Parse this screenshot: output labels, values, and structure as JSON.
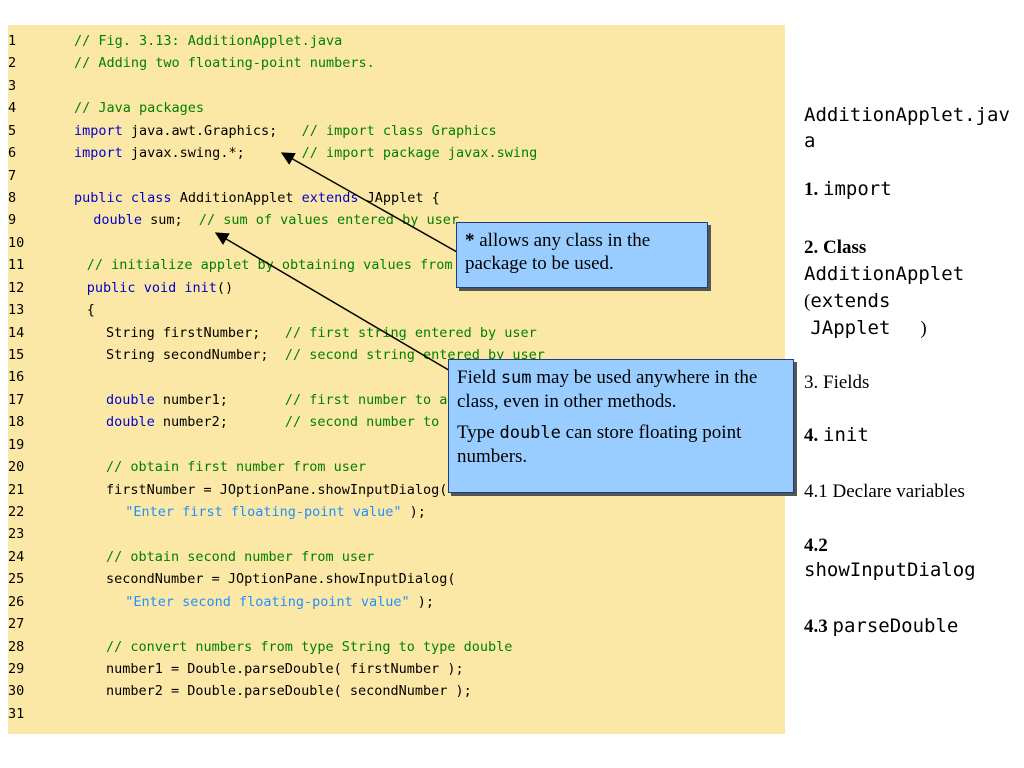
{
  "code_lines": [
    {
      "n": "1",
      "indent": 0,
      "tokens": [
        {
          "t": "// Fig. 3.13: AdditionApplet.java",
          "c": "comment"
        }
      ]
    },
    {
      "n": "2",
      "indent": 0,
      "tokens": [
        {
          "t": "// Adding two floating-point numbers.",
          "c": "comment"
        }
      ]
    },
    {
      "n": "3",
      "indent": 0,
      "tokens": []
    },
    {
      "n": "4",
      "indent": 0,
      "tokens": [
        {
          "t": "// Java packages",
          "c": "comment"
        }
      ]
    },
    {
      "n": "5",
      "indent": 0,
      "tokens": [
        {
          "t": "import",
          "c": "keyword"
        },
        {
          "t": " java.awt.Graphics;   ",
          "c": "plain"
        },
        {
          "t": "// import class Graphics",
          "c": "comment"
        }
      ]
    },
    {
      "n": "6",
      "indent": 0,
      "tokens": [
        {
          "t": "import",
          "c": "keyword"
        },
        {
          "t": " javax.swing.*;       ",
          "c": "plain"
        },
        {
          "t": "// import package javax.swing",
          "c": "comment"
        }
      ]
    },
    {
      "n": "7",
      "indent": 0,
      "tokens": []
    },
    {
      "n": "8",
      "indent": 0,
      "tokens": [
        {
          "t": "public",
          "c": "keyword"
        },
        {
          "t": " ",
          "c": "plain"
        },
        {
          "t": "class",
          "c": "keyword"
        },
        {
          "t": " AdditionApplet ",
          "c": "plain"
        },
        {
          "t": "extends",
          "c": "keyword"
        },
        {
          "t": " JApplet {",
          "c": "plain"
        }
      ]
    },
    {
      "n": "9",
      "indent": 3,
      "tokens": [
        {
          "t": "double",
          "c": "keyword"
        },
        {
          "t": " sum;  ",
          "c": "plain"
        },
        {
          "t": "// sum of values entered by user",
          "c": "comment"
        }
      ]
    },
    {
      "n": "10",
      "indent": 0,
      "tokens": []
    },
    {
      "n": "11",
      "indent": 2,
      "tokens": [
        {
          "t": "// initialize applet by obtaining values from user",
          "c": "comment"
        }
      ]
    },
    {
      "n": "12",
      "indent": 2,
      "tokens": [
        {
          "t": "public",
          "c": "keyword"
        },
        {
          "t": " ",
          "c": "plain"
        },
        {
          "t": "void",
          "c": "keyword"
        },
        {
          "t": " ",
          "c": "plain"
        },
        {
          "t": "init",
          "c": "keyword"
        },
        {
          "t": "()",
          "c": "plain"
        }
      ]
    },
    {
      "n": "13",
      "indent": 2,
      "tokens": [
        {
          "t": "{",
          "c": "plain"
        }
      ]
    },
    {
      "n": "14",
      "indent": 5,
      "tokens": [
        {
          "t": "String firstNumber;   ",
          "c": "plain"
        },
        {
          "t": "// first string entered by user",
          "c": "comment"
        }
      ]
    },
    {
      "n": "15",
      "indent": 5,
      "tokens": [
        {
          "t": "String secondNumber;  ",
          "c": "plain"
        },
        {
          "t": "// second string entered by user",
          "c": "comment"
        }
      ]
    },
    {
      "n": "16",
      "indent": 0,
      "tokens": []
    },
    {
      "n": "17",
      "indent": 5,
      "tokens": [
        {
          "t": "double",
          "c": "keyword"
        },
        {
          "t": " number1;       ",
          "c": "plain"
        },
        {
          "t": "// first number to add",
          "c": "comment"
        }
      ]
    },
    {
      "n": "18",
      "indent": 5,
      "tokens": [
        {
          "t": "double",
          "c": "keyword"
        },
        {
          "t": " number2;       ",
          "c": "plain"
        },
        {
          "t": "// second number to add",
          "c": "comment"
        }
      ]
    },
    {
      "n": "19",
      "indent": 0,
      "tokens": []
    },
    {
      "n": "20",
      "indent": 5,
      "tokens": [
        {
          "t": "// obtain first number from user",
          "c": "comment"
        }
      ]
    },
    {
      "n": "21",
      "indent": 5,
      "tokens": [
        {
          "t": "firstNumber = JOptionPane.showInputDialog(",
          "c": "plain"
        }
      ]
    },
    {
      "n": "22",
      "indent": 8,
      "tokens": [
        {
          "t": "\"Enter first floating-point value\"",
          "c": "string"
        },
        {
          "t": " );",
          "c": "plain"
        }
      ]
    },
    {
      "n": "23",
      "indent": 0,
      "tokens": []
    },
    {
      "n": "24",
      "indent": 5,
      "tokens": [
        {
          "t": "// obtain second number from user",
          "c": "comment"
        }
      ]
    },
    {
      "n": "25",
      "indent": 5,
      "tokens": [
        {
          "t": "secondNumber = JOptionPane.showInputDialog(",
          "c": "plain"
        }
      ]
    },
    {
      "n": "26",
      "indent": 8,
      "tokens": [
        {
          "t": "\"Enter second floating-point value\"",
          "c": "string"
        },
        {
          "t": " );",
          "c": "plain"
        }
      ]
    },
    {
      "n": "27",
      "indent": 0,
      "tokens": []
    },
    {
      "n": "28",
      "indent": 5,
      "tokens": [
        {
          "t": "// convert numbers from type String to type double",
          "c": "comment"
        }
      ]
    },
    {
      "n": "29",
      "indent": 5,
      "tokens": [
        {
          "t": "number1 = Double.parseDouble( firstNumber );",
          "c": "plain"
        }
      ]
    },
    {
      "n": "30",
      "indent": 5,
      "tokens": [
        {
          "t": "number2 = Double.parseDouble( secondNumber );",
          "c": "plain"
        }
      ]
    },
    {
      "n": "31",
      "indent": 0,
      "tokens": []
    }
  ],
  "callouts": {
    "star": {
      "star": "*",
      "text": " allows any class in the package to be used."
    },
    "fields": {
      "p1_a": "Field ",
      "p1_mono": "sum",
      "p1_b": " may be used anywhere in the class, even in other methods.",
      "p2_a": "Type ",
      "p2_mono": "double",
      "p2_b": " can store floating point numbers."
    }
  },
  "outline": {
    "title": "AdditionApplet.java",
    "item1_num": "1.",
    "item1_mono": "import",
    "item2_num": "2. Class",
    "item2_mono": "AdditionApplet",
    "item2_paren_open": "(",
    "item2_mono2": "extends JApplet",
    "item2_paren_close": ")",
    "item3": "3. Fields",
    "item4_num": "4.",
    "item4_mono": "init",
    "item41": "4.1 Declare variables",
    "item42_num": "4.2",
    "item42_mono": "showInputDialog",
    "item43_num": "4.3",
    "item43_mono": "parseDouble"
  },
  "colors": {
    "code_background": "#fce8a6",
    "comment": "#008000",
    "keyword": "#0000cc",
    "string": "#1e90ff",
    "callout_fill": "#99ccff"
  }
}
